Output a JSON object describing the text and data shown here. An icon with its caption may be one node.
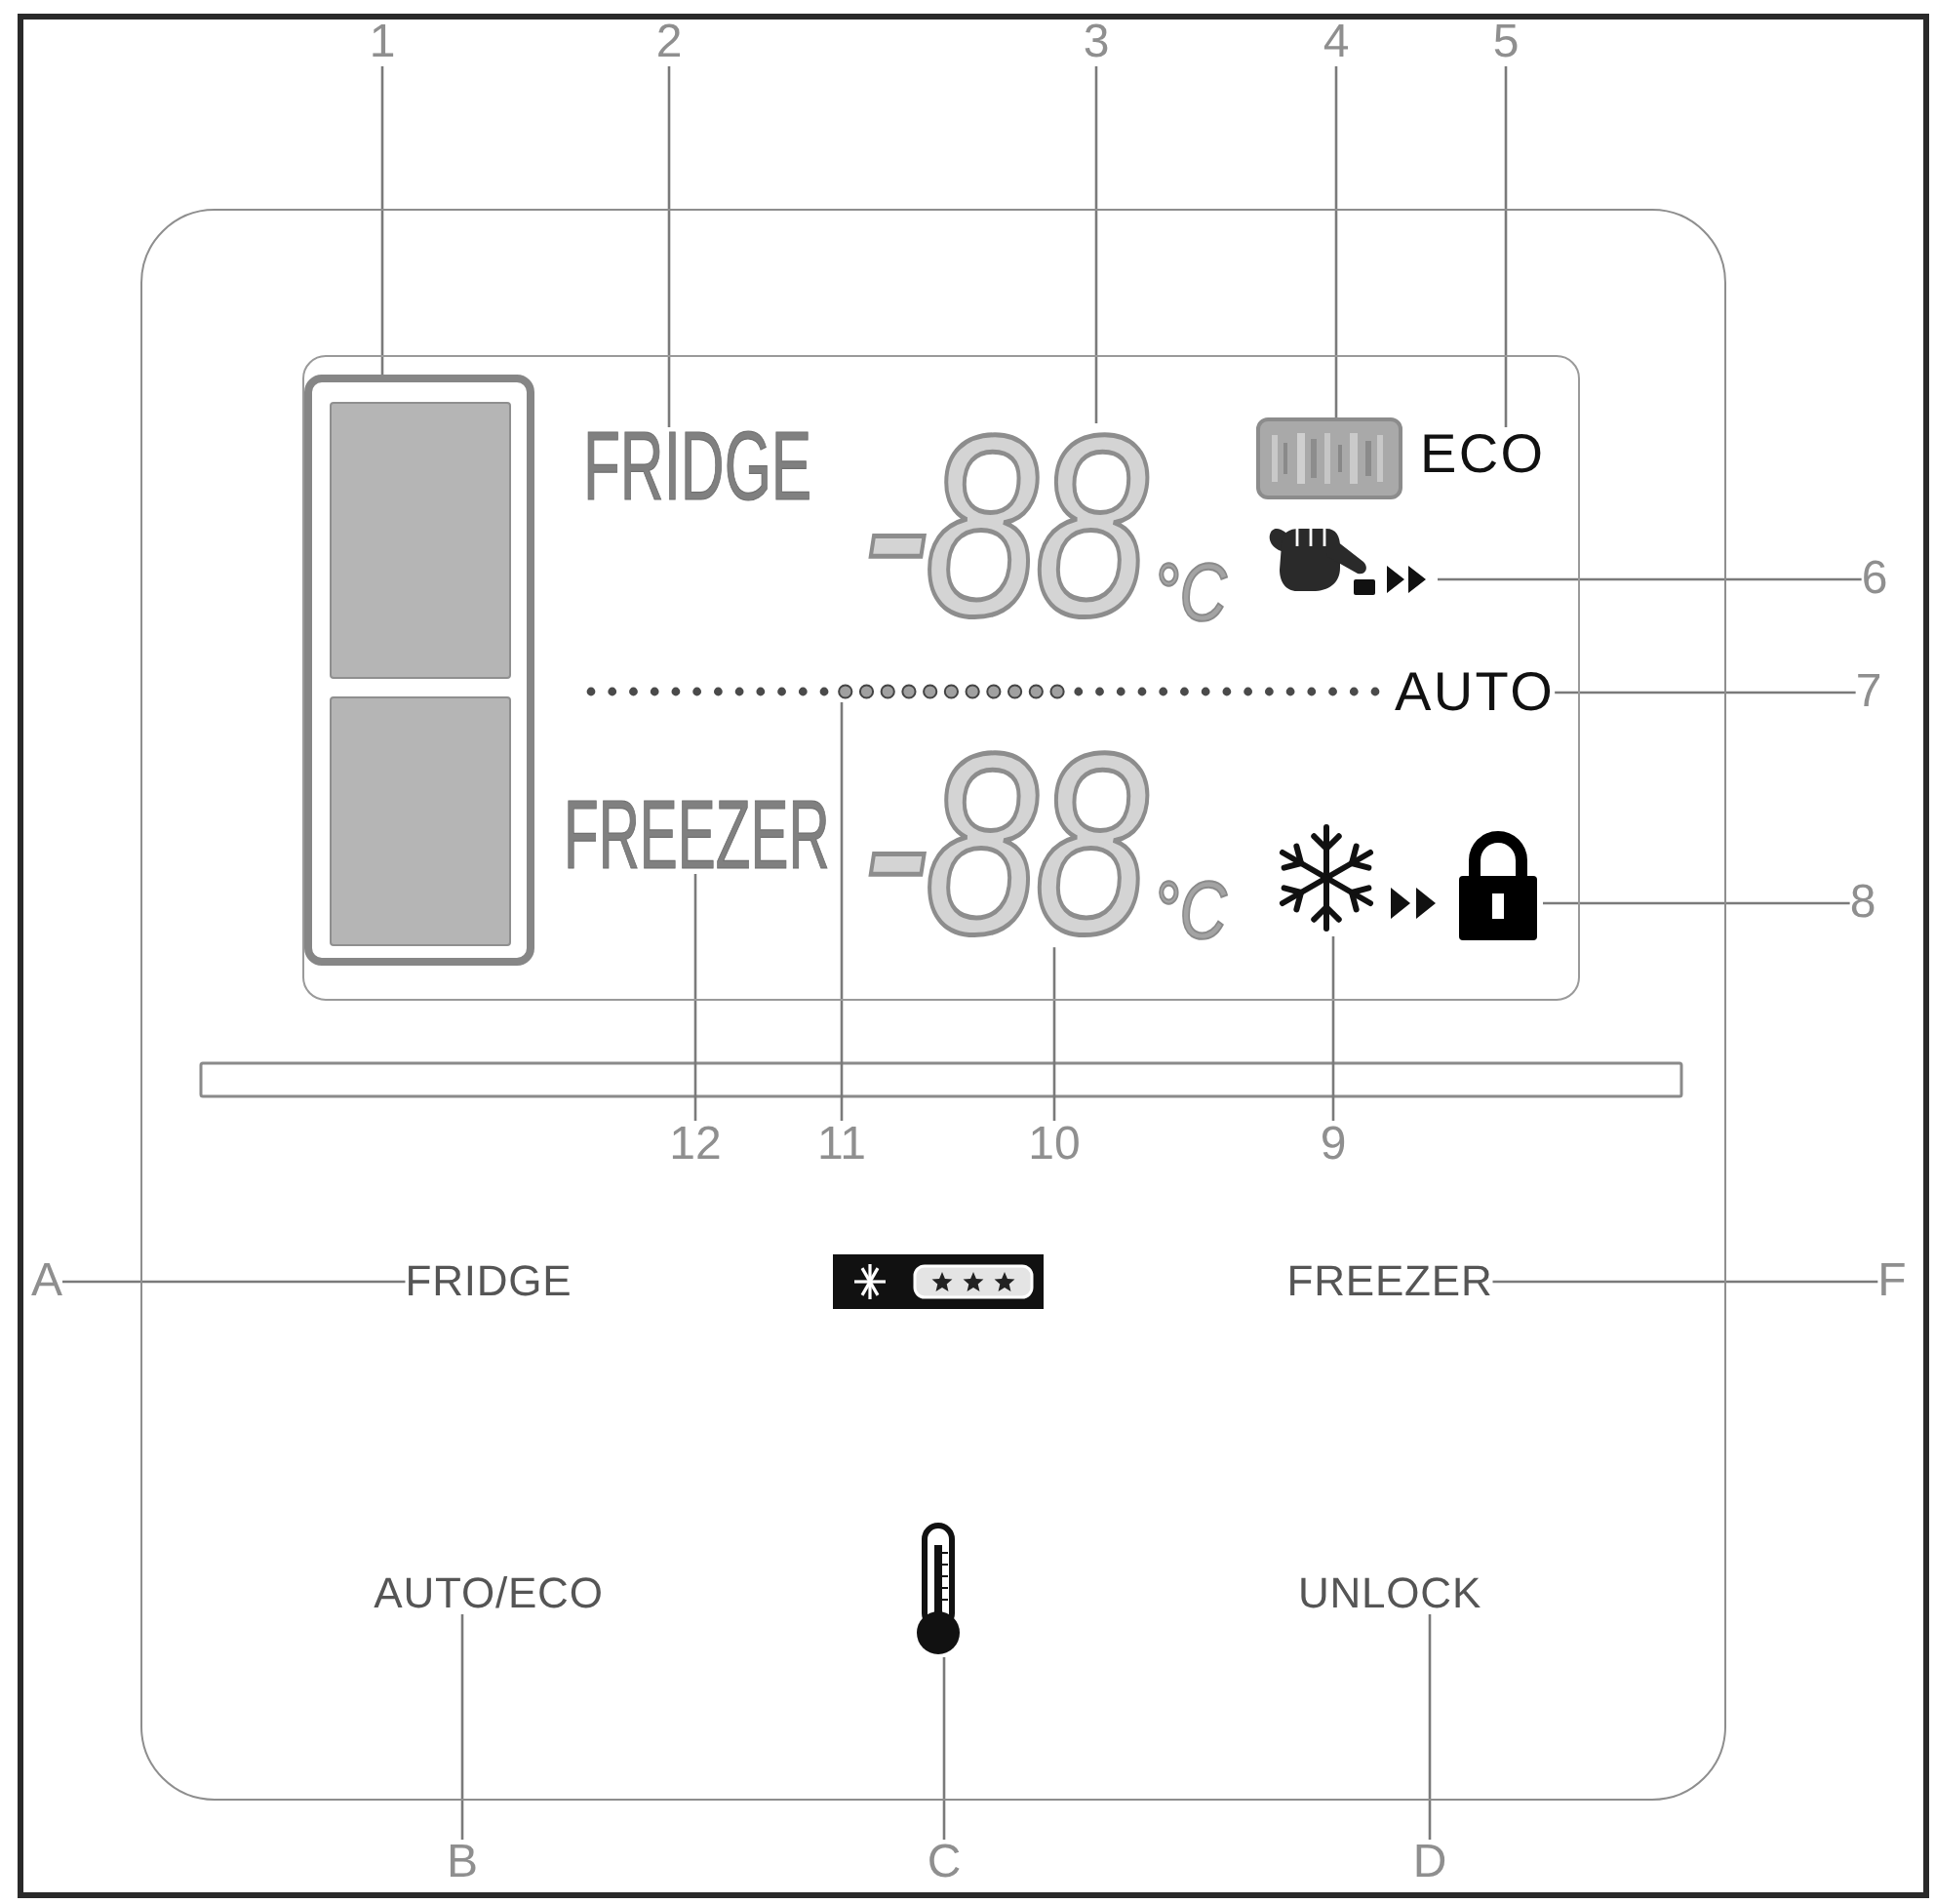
{
  "diagram": {
    "nodes": [
      {
        "text": [
          "1"
        ]
      },
      {
        "text": [
          "2"
        ]
      },
      {
        "text": [
          "3"
        ]
      },
      {
        "text": [
          "4"
        ]
      },
      {
        "text": [
          "5"
        ]
      },
      {
        "text": [],
        "shape": "box"
      },
      {
        "text": [],
        "shape": "box",
        "in": 5
      },
      {
        "text": [],
        "shape": "box",
        "in": 6
      },
      {
        "text": [
          "FRIDGE"
        ],
        "in": 6
      },
      {
        "text": [
          "-88",
          "°C"
        ],
        "in": 6
      },
      {
        "text": [],
        "shape": "box",
        "in": 6
      },
      {
        "text": [
          "ECO"
        ],
        "in": 6
      },
      {
        "text": [],
        "shape": "picture",
        "in": 6
      },
      {
        "text": [
          "6"
        ]
      },
      {
        "text": [],
        "shape": "bar",
        "in": 6
      },
      {
        "text": [
          "AUTO"
        ],
        "in": 6
      },
      {
        "text": [
          "7"
        ]
      },
      {
        "text": [
          "FREEZER"
        ],
        "in": 6
      },
      {
        "text": [
          "-88",
          "°C"
        ],
        "in": 6
      },
      {
        "text": [],
        "shape": "picture",
        "in": 6
      },
      {
        "text": [],
        "shape": "picture",
        "in": 6
      },
      {
        "text": [
          "8"
        ]
      },
      {
        "text": [
          "12"
        ],
        "in": 5
      },
      {
        "text": [
          "11"
        ],
        "in": 5
      },
      {
        "text": [
          "10"
        ],
        "in": 5
      },
      {
        "text": [
          "9"
        ],
        "in": 5
      },
      {
        "text": [
          "A"
        ]
      },
      {
        "text": [
          "FRIDGE"
        ],
        "in": 5
      },
      {
        "text": [
          "FREEZER"
        ],
        "in": 5
      },
      {
        "text": [
          "F"
        ]
      },
      {
        "text": [
          "AUTO/ECO"
        ],
        "in": 5
      },
      {
        "text": [],
        "shape": "picture",
        "in": 5
      },
      {
        "text": [
          "UNLOCK"
        ],
        "in": 5
      },
      {
        "text": [
          "B"
        ]
      },
      {
        "text": [
          "C"
        ]
      },
      {
        "text": [
          "D"
        ]
      }
    ],
    "edges": [
      {
        "from": 0,
        "to": 7,
        "arrow": "none"
      },
      {
        "from": 1,
        "to": 8,
        "arrow": "none"
      },
      {
        "from": 2,
        "to": 9,
        "arrow": "none"
      },
      {
        "from": 3,
        "to": 10,
        "arrow": "none"
      },
      {
        "from": 4,
        "to": 11,
        "arrow": "none"
      },
      {
        "from": 13,
        "to": 12,
        "arrow": "none"
      },
      {
        "from": 16,
        "to": 15,
        "arrow": "none"
      },
      {
        "from": 21,
        "to": 20,
        "arrow": "none"
      },
      {
        "from": 22,
        "to": 17,
        "arrow": "none"
      },
      {
        "from": 23,
        "to": 14,
        "arrow": "none"
      },
      {
        "from": 24,
        "to": 18,
        "arrow": "none"
      },
      {
        "from": 25,
        "to": 19,
        "arrow": "none"
      },
      {
        "from": 26,
        "to": 27,
        "arrow": "none"
      },
      {
        "from": 29,
        "to": 28,
        "arrow": "none"
      },
      {
        "from": 33,
        "to": 30,
        "arrow": "none"
      },
      {
        "from": 34,
        "to": 31,
        "arrow": "none"
      },
      {
        "from": 35,
        "to": 32,
        "arrow": "none"
      }
    ]
  }
}
